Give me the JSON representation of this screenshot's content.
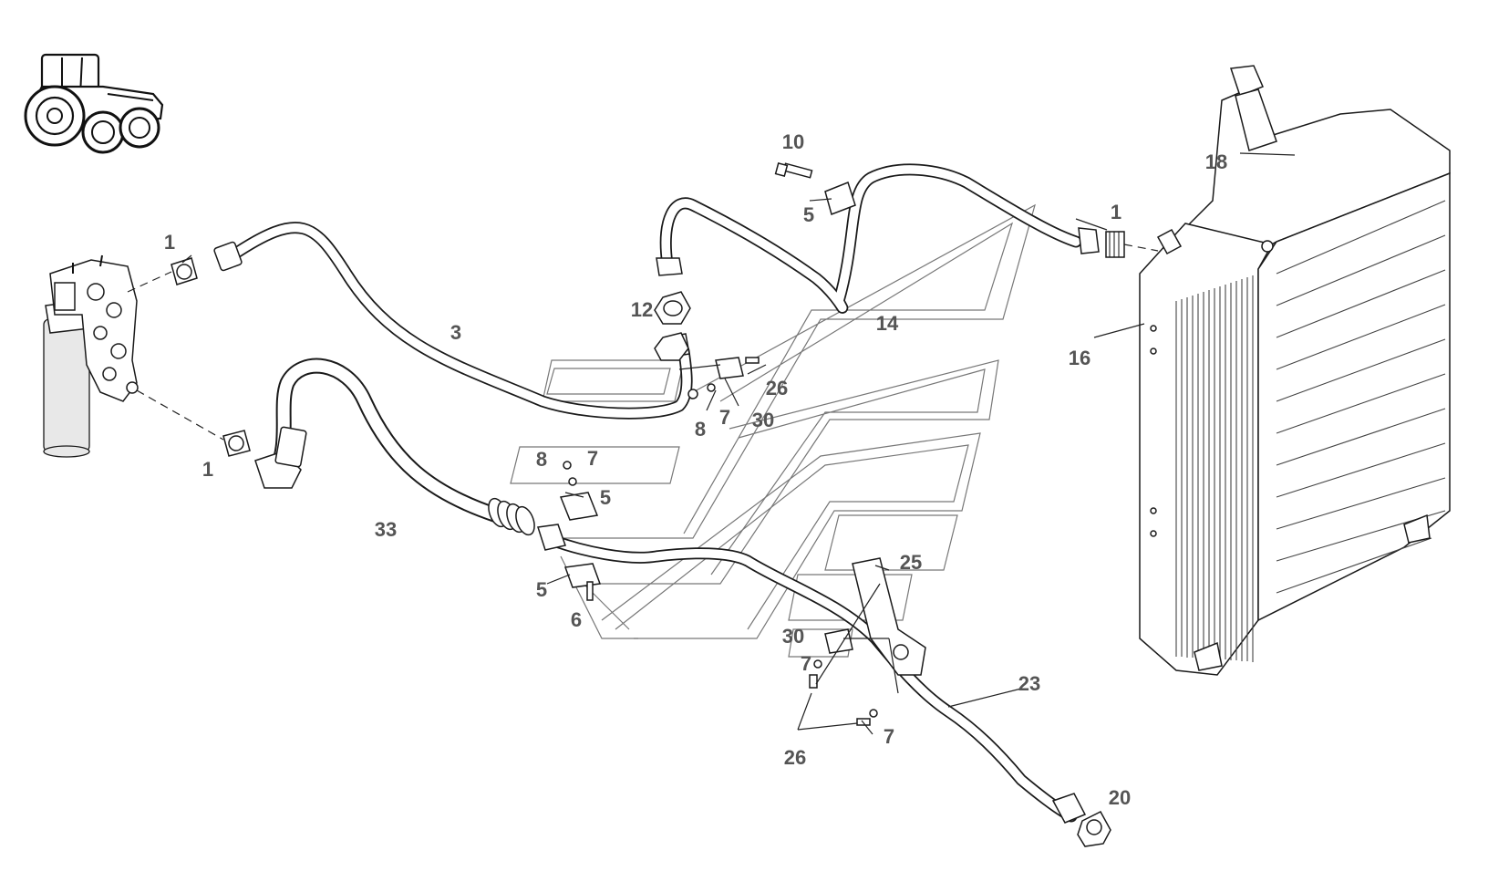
{
  "callouts": [
    {
      "label": "1"
    },
    {
      "label": "1"
    },
    {
      "label": "1"
    },
    {
      "label": "3"
    },
    {
      "label": "33"
    },
    {
      "label": "10"
    },
    {
      "label": "5"
    },
    {
      "label": "12"
    },
    {
      "label": "14"
    },
    {
      "label": "18"
    },
    {
      "label": "16"
    },
    {
      "label": "26"
    },
    {
      "label": "7"
    },
    {
      "label": "30"
    },
    {
      "label": "8"
    },
    {
      "label": "8"
    },
    {
      "label": "7"
    },
    {
      "label": "5"
    },
    {
      "label": "5"
    },
    {
      "label": "6"
    },
    {
      "label": "25"
    },
    {
      "label": "30"
    },
    {
      "label": "7"
    },
    {
      "label": "23"
    },
    {
      "label": "7"
    },
    {
      "label": "26"
    },
    {
      "label": "20"
    }
  ]
}
